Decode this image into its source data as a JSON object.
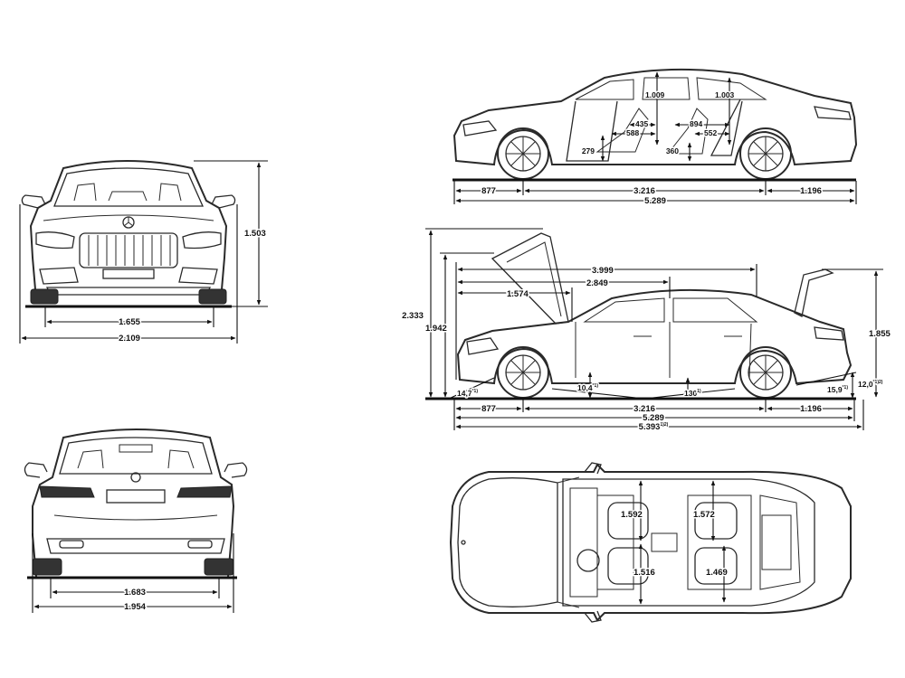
{
  "front_view": {
    "height": "1.503",
    "track_front": "1.655",
    "width_with_mirrors": "2.109"
  },
  "rear_view": {
    "track_rear": "1.683",
    "width_without_mirrors": "1.954"
  },
  "side_interior_view": {
    "headroom_front": "1.009",
    "headroom_rear": "1.003",
    "legroom_front_435": "435",
    "legroom_front_588": "588",
    "legroom_rear_894": "894",
    "legroom_rear_552": "552",
    "seat_height_front": "279",
    "seat_height_rear": "360",
    "front_overhang": "877",
    "wheelbase": "3.216",
    "rear_overhang": "1.196",
    "length": "5.289"
  },
  "side_open_view": {
    "height_bonnet_open": "2.333",
    "height_boot_open": "1.942",
    "length_to_boot": "3.999",
    "length_2849": "2.849",
    "length_bonnet": "1.574",
    "height_1855": "1.855",
    "approach_angle": "14,7",
    "approach_angle_sup": "°1)",
    "ramp_angle": "10,4",
    "ramp_angle_sup": "°1)",
    "ground_clearance": "130",
    "ground_clearance_sup": "1)",
    "departure_angle": "15,9",
    "departure_angle_sup": "°1)",
    "rear_clearance": "12,0",
    "rear_clearance_sup": "°1)2)",
    "front_overhang": "877",
    "wheelbase": "3.216",
    "rear_overhang": "1.196",
    "length": "5.289",
    "length_max": "5.393",
    "length_max_sup": "1)2)"
  },
  "top_view": {
    "shoulder_front": "1.592",
    "shoulder_rear": "1.572",
    "elbow_front": "1.516",
    "elbow_rear": "1.469"
  }
}
